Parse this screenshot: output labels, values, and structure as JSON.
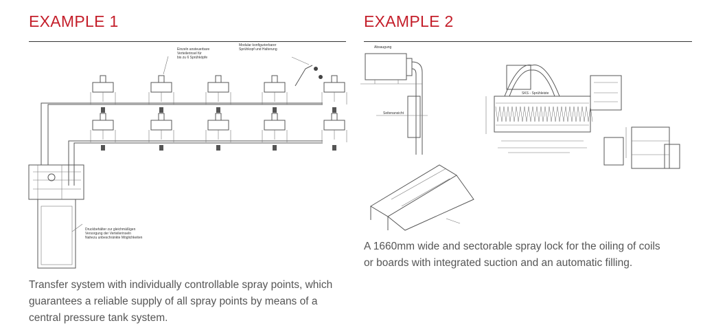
{
  "example1": {
    "heading": "EXAMPLE 1",
    "labels": {
      "distributor": [
        "Einzeln ansteuerbare",
        "Verteilerinsel für",
        "bis zu 6 Sprühköpfe"
      ],
      "spray_head": [
        "Modular konfigurierbarer",
        "Sprühkopf und Halterung"
      ],
      "tank": [
        "Druckbehälter zur gleichmäßigen",
        "Versorgung der Verteilerinseln",
        "Nahezu unbeschränkte Möglichkeiten"
      ]
    },
    "description": "Transfer system with individually controllable spray points, which guarantees a reliable supply of all spray points by means of a central pressure tank system."
  },
  "example2": {
    "heading": "EXAMPLE 2",
    "labels": {
      "suction": "Absaugung",
      "spray_bar": "SKS - Sprühleiste",
      "side": "Seitenansicht"
    },
    "description": "A 1660mm wide and sectorable spray lock for the oiling of coils or boards with integrated suction and an automatic filling."
  }
}
